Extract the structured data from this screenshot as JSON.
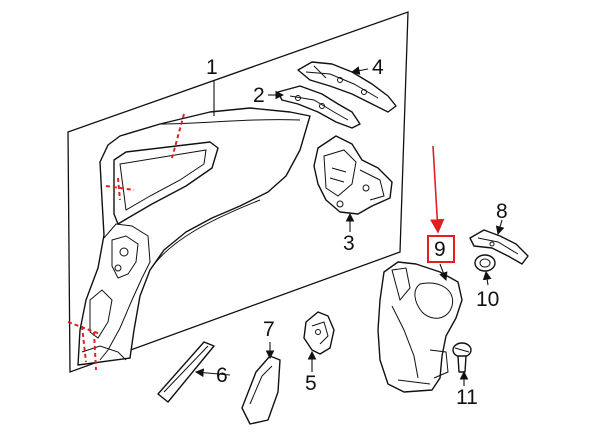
{
  "callouts": {
    "c1": "1",
    "c2": "2",
    "c3": "3",
    "c4": "4",
    "c5": "5",
    "c6": "6",
    "c7": "7",
    "c8": "8",
    "c9": "9",
    "c10": "10",
    "c11": "11"
  },
  "highlight": {
    "callout": "9",
    "color": "#e02020"
  }
}
